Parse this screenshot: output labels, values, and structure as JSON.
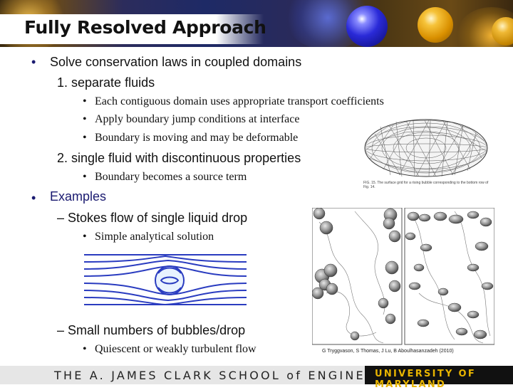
{
  "title": "Fully Resolved Approach",
  "bullets": {
    "l1a": "Solve conservation laws in coupled domains",
    "n1": "1. separate fluids",
    "s1": "Each contiguous domain uses appropriate transport coefficients",
    "s2": "Apply boundary jump conditions at interface",
    "s3": "Boundary is moving and may be deformable",
    "n2": "2. single fluid with discontinuous properties",
    "s4": "Boundary becomes a source term",
    "l1b": "Examples",
    "d1": "– Stokes flow of single liquid drop",
    "s5": "Simple analytical solution",
    "d2": "– Small numbers of bubbles/drop",
    "s6": "Quiescent or weakly turbulent flow"
  },
  "bullet_glyph": "•",
  "caption": "FIG. 15. The surface grid for a rising bubble corresponding to the bottom row of Fig. 14.",
  "credit": "G Tryggvason, S Thomas, J Lu, B Aboulhasanzadeh (2010)",
  "footer": {
    "left": "THE A. JAMES CLARK SCHOOL of ENGINEERING",
    "right": "UNIVERSITY OF MARYLAND"
  },
  "colors": {
    "bullet": "#1a1a70",
    "footer_gold": "#e8b400",
    "streamline": "#2a3cc0"
  }
}
